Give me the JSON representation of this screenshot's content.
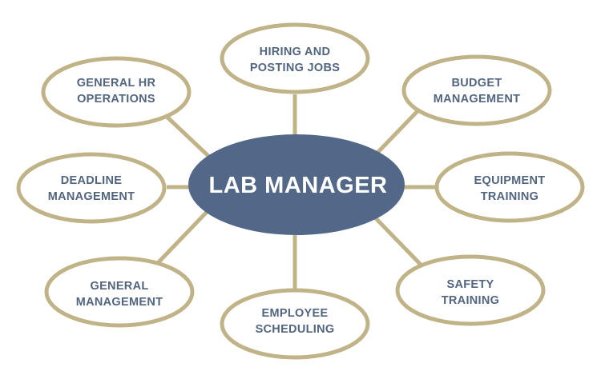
{
  "center": {
    "label": "LAB MANAGER"
  },
  "nodes": {
    "hiring": {
      "line1": "HIRING AND",
      "line2": "POSTING JOBS"
    },
    "budget": {
      "line1": "BUDGET",
      "line2": "MANAGEMENT"
    },
    "equipment": {
      "line1": "EQUIPMENT",
      "line2": "TRAINING"
    },
    "safety": {
      "line1": "SAFETY",
      "line2": "TRAINING"
    },
    "scheduling": {
      "line1": "EMPLOYEE",
      "line2": "SCHEDULING"
    },
    "general_mgmt": {
      "line1": "GENERAL",
      "line2": "MANAGEMENT"
    },
    "deadline": {
      "line1": "DEADLINE",
      "line2": "MANAGEMENT"
    },
    "hr": {
      "line1": "GENERAL HR",
      "line2": "OPERATIONS"
    }
  },
  "colors": {
    "center_fill": "#536889",
    "outline": "#c1b388",
    "text": "#52657f"
  }
}
